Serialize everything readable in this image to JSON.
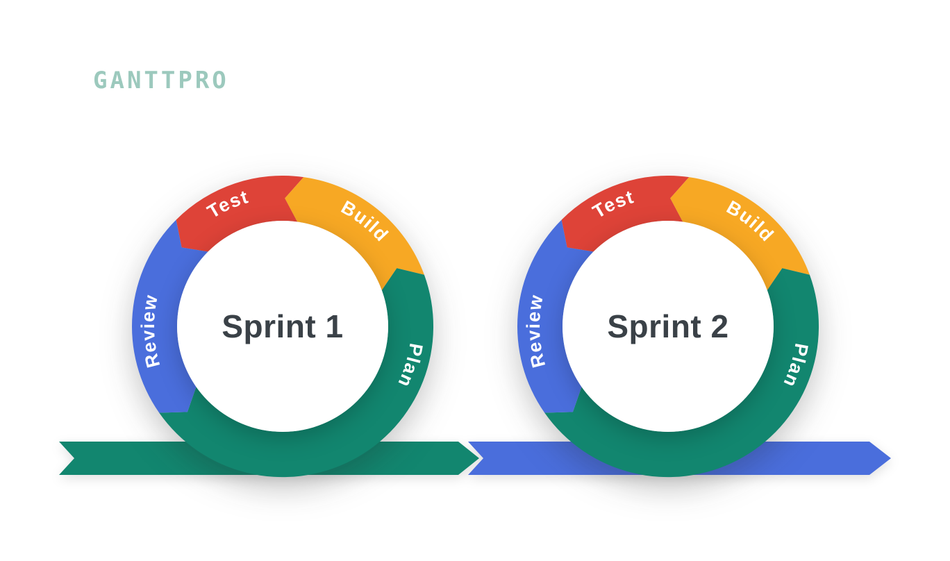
{
  "logo": {
    "text": "GANTTPRO"
  },
  "colors": {
    "red": "#DE4338",
    "orange": "#F7A824",
    "teal": "#12866F",
    "blue": "#4A6EDC",
    "logo_teal": "#9CC9BD",
    "title_text": "#3A4147",
    "label_text": "#FFFFFF",
    "background": "#FFFFFF"
  },
  "loops": [
    {
      "title": "Sprint 1",
      "labels": {
        "plan": "Plan",
        "build": "Build",
        "test": "Test",
        "review": "Review"
      }
    },
    {
      "title": "Sprint 2",
      "labels": {
        "plan": "Plan",
        "build": "Build",
        "test": "Test",
        "review": "Review"
      }
    }
  ]
}
